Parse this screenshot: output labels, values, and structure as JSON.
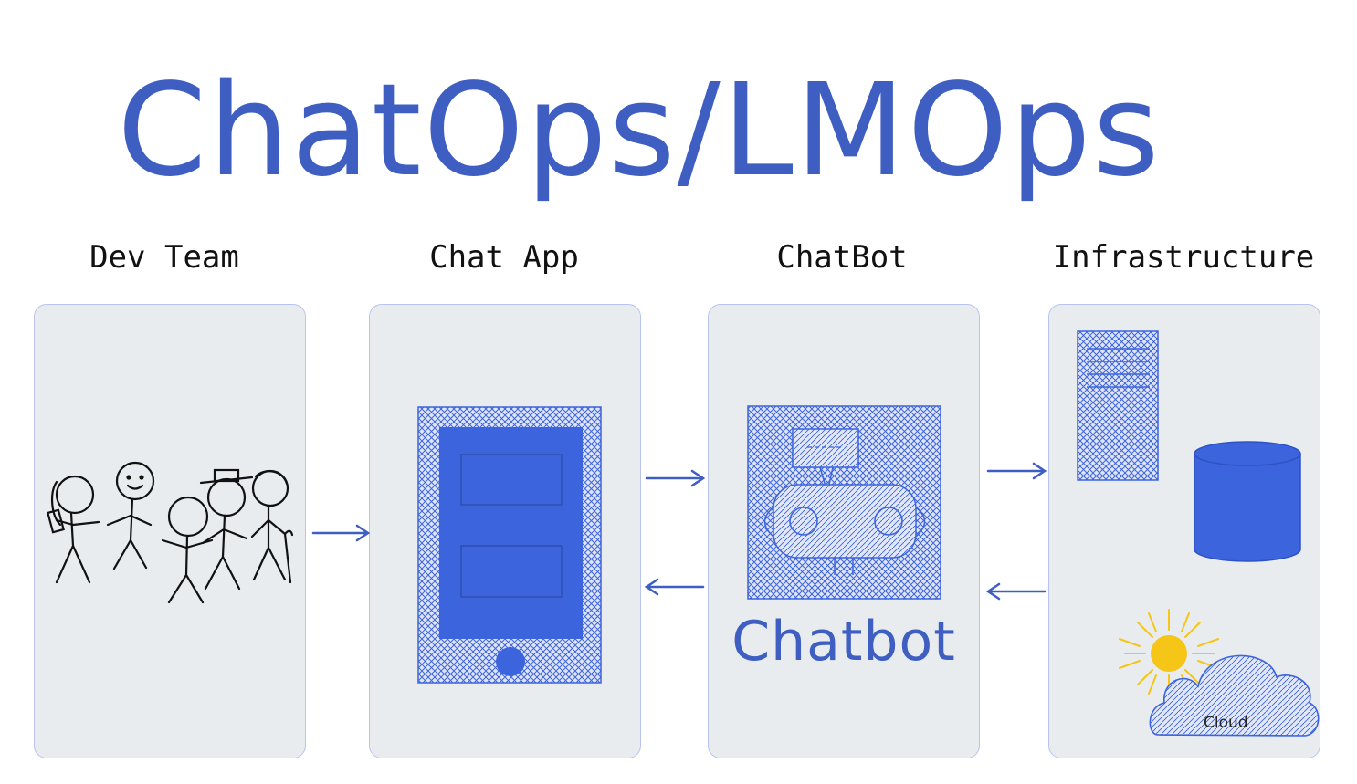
{
  "title": "ChatOps/LMOps",
  "columns": [
    {
      "label": "Dev Team"
    },
    {
      "label": "Chat App"
    },
    {
      "label": "ChatBot"
    },
    {
      "label": "Infrastructure"
    }
  ],
  "chatbot_text": "Chatbot",
  "cloud_text": "Cloud",
  "colors": {
    "accent": "#3e5ec2",
    "fill_blue": "#3c64dc",
    "panel_bg": "#e9ecef",
    "sun": "#f5c518"
  },
  "icons": [
    "stick-figure-team-icon",
    "phone-icon",
    "robot-icon",
    "server-icon",
    "database-icon",
    "cloud-sun-icon",
    "arrow-right-icon",
    "arrow-left-icon"
  ]
}
